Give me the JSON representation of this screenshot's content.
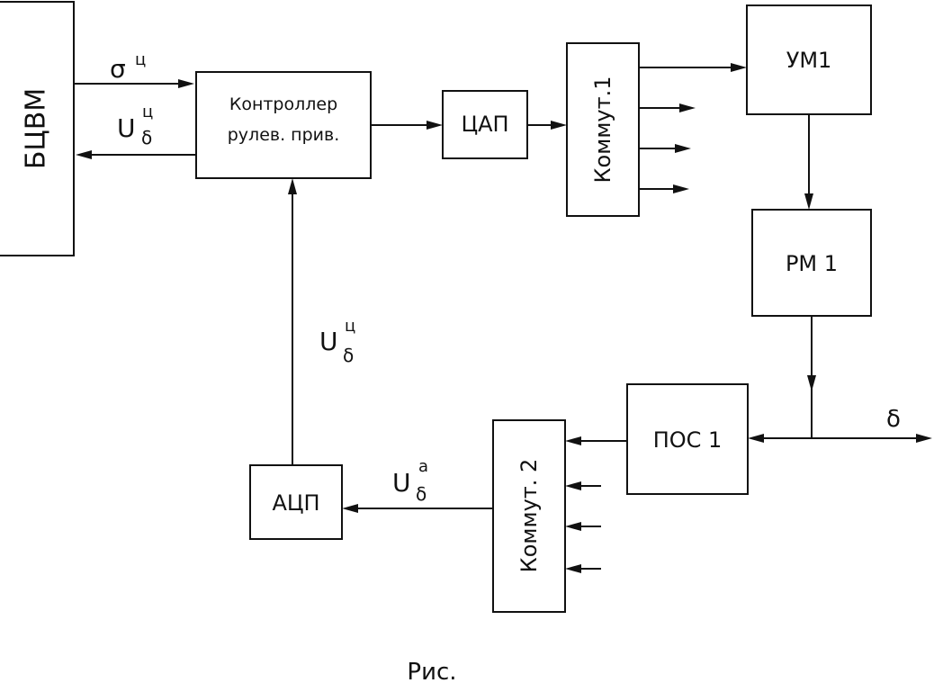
{
  "blocks": {
    "bcvm": "БЦВМ",
    "controller_line1": "Контроллер",
    "controller_line2": "рулев. прив.",
    "dac": "ЦАП",
    "mux1": "Коммут.1",
    "um1": "УМ1",
    "rm1": "РМ 1",
    "pos1": "ПОС 1",
    "mux2": "Коммут. 2",
    "adc": "АЦП"
  },
  "signals": {
    "sigma": "σ",
    "sigma_sup": "ц",
    "u": "U",
    "delta_sub": "δ",
    "u_sup_c": "ц",
    "u_sup_a": "а",
    "delta_out": "δ"
  },
  "caption": "Рис.",
  "colors": {
    "line": "#111111",
    "background": "#ffffff"
  }
}
